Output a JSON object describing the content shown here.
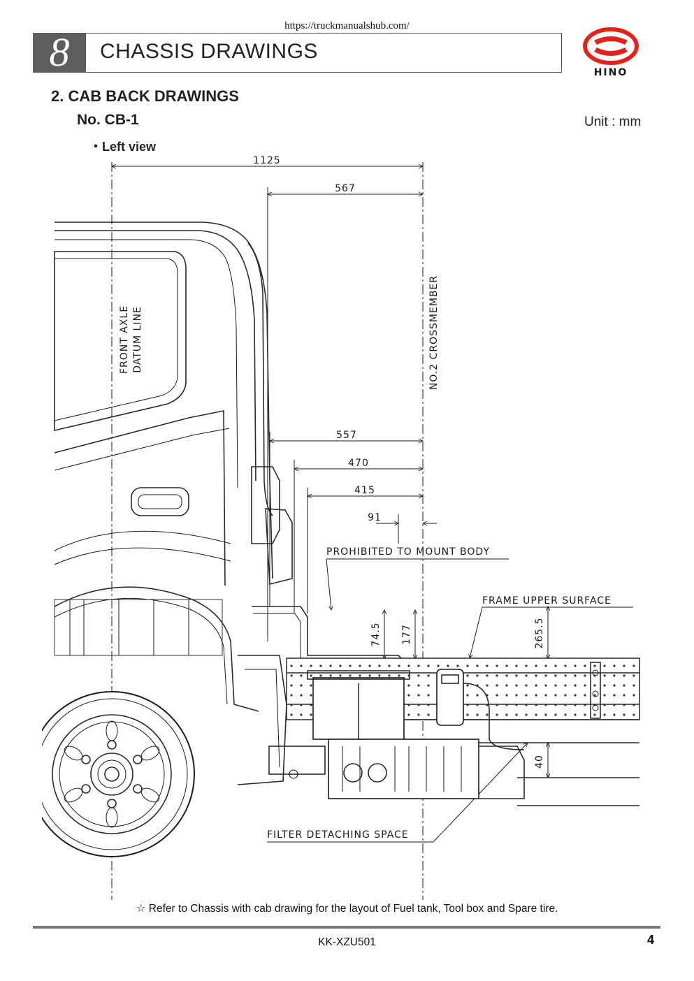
{
  "header": {
    "url": "https://truckmanualshub.com/",
    "chapter_number": "8",
    "chapter_title": "CHASSIS DRAWINGS",
    "logo_text": "HINO",
    "brand_color": "#e2231a"
  },
  "section": {
    "heading": "2. CAB BACK DRAWINGS",
    "drawing_no": "No. CB-1",
    "unit": "Unit : mm",
    "view": "・Left view"
  },
  "drawing": {
    "dim_1125": "1125",
    "dim_567": "567",
    "dim_557": "557",
    "dim_470": "470",
    "dim_415": "415",
    "dim_91": "91",
    "dim_74_5": "74.5",
    "dim_177": "177",
    "dim_265_5": "265.5",
    "dim_40": "40",
    "label_front_axle_1": "FRONT AXLE",
    "label_front_axle_2": "DATUM LINE",
    "label_crossmember": "NO.2 CROSSMEMBER",
    "label_prohibited": "PROHIBITED TO MOUNT BODY",
    "label_frame_upper": "FRAME UPPER SURFACE",
    "label_filter": "FILTER DETACHING SPACE"
  },
  "footer": {
    "note": "☆ Refer to Chassis with cab drawing for the layout of Fuel tank, Tool box and Spare tire.",
    "doc_id": "KK-XZU501",
    "page_number": "4"
  }
}
